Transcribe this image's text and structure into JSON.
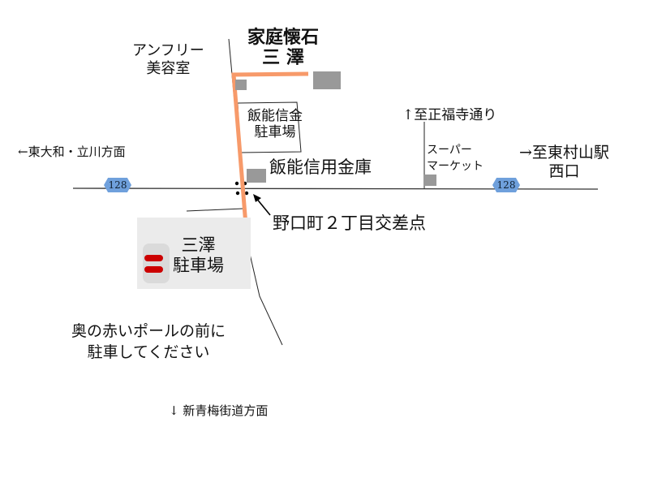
{
  "title": {
    "line1": "家庭懐石",
    "line2": "三 澤"
  },
  "labels": {
    "salon": [
      "アンフリー",
      "美容室"
    ],
    "shinkin_parking": [
      "飯能信金",
      "駐車場"
    ],
    "shinkin": "飯能信用金庫",
    "higashiyamato": "←東大和・立川方面",
    "shofukuji": "↑至正福寺通り",
    "supermarket": [
      "スーパー",
      "マーケット"
    ],
    "higashimurayama": [
      "→至東村山駅",
      "西口"
    ],
    "intersection": "野口町２丁目交差点",
    "parking": [
      "三澤",
      "駐車場"
    ],
    "instruction": [
      "奥の赤いポールの前に",
      "駐車してください"
    ],
    "ome": "↓ 新青梅街道方面"
  },
  "route_number": "128",
  "colors": {
    "route": "#f79a6a",
    "pole": "#cc0000",
    "shield": "#6fa0dc",
    "building": "#999999"
  }
}
